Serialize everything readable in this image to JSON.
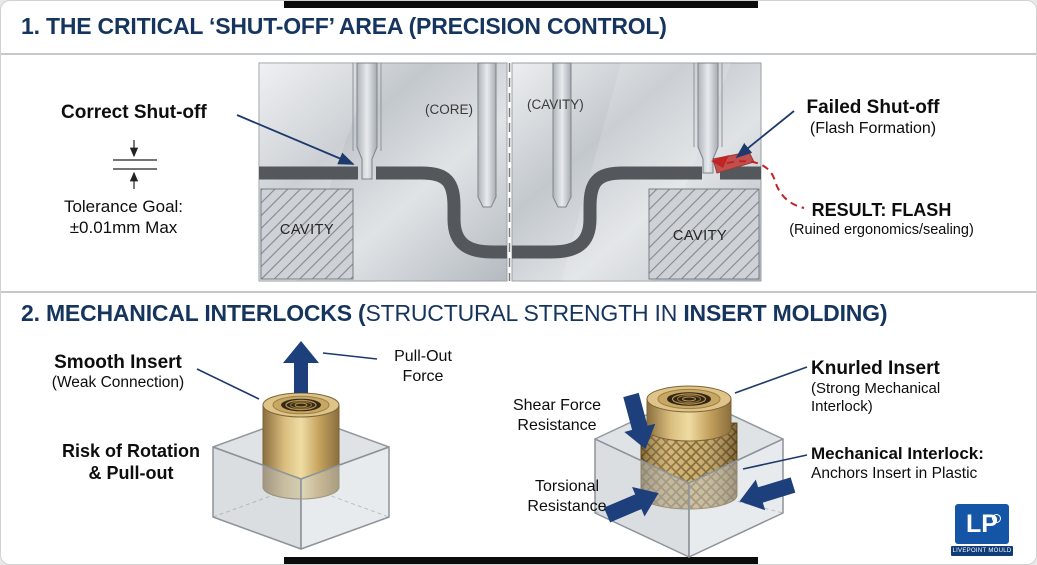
{
  "colors": {
    "heading_navy": "#16355e",
    "annotation_navy": "#1d3a6b",
    "flash_red": "#c02424",
    "force_arrow_blue": "#1d3f7c",
    "brass": "#c9a95f",
    "logo_blue": "#1456a5"
  },
  "section1": {
    "heading": "1. THE CRITICAL ‘SHUT-OFF’ AREA (PRECISION CONTROL)",
    "labels": {
      "correct_shutoff": "Correct Shut-off",
      "tolerance": "Tolerance Goal:\n±0.01mm Max",
      "core": "(CORE)",
      "cavity_paren": "(CAVITY)",
      "cavity_left": "CAVITY",
      "cavity_right": "CAVITY",
      "failed_shutoff": "Failed Shut-off",
      "flash_formation": "(Flash Formation)",
      "result_flash": "RESULT: FLASH",
      "result_sub": "(Ruined ergonomics/sealing)"
    }
  },
  "section2": {
    "heading_parts": {
      "p1": "2. MECHANICAL INTERLOCKS (",
      "p2": "STRUCTURAL STRENGTH IN ",
      "p3": "INSERT MOLDING",
      "p4": ")"
    },
    "smooth": {
      "title": "Smooth Insert",
      "subtitle": "(Weak Connection)",
      "force_label": "Pull-Out\nForce",
      "risk_label": "Risk of Rotation\n& Pull-out"
    },
    "knurled": {
      "shear_label": "Shear Force\nResistance",
      "title": "Knurled Insert",
      "subtitle": "(Strong Mechanical\nInterlock)",
      "torsional_label": "Torsional\nResistance",
      "interlock_title": "Mechanical Interlock:",
      "interlock_sub": "Anchors Insert in Plastic"
    }
  },
  "logo": {
    "initials": "LP",
    "name": "LIVEPOINT MOULD"
  }
}
